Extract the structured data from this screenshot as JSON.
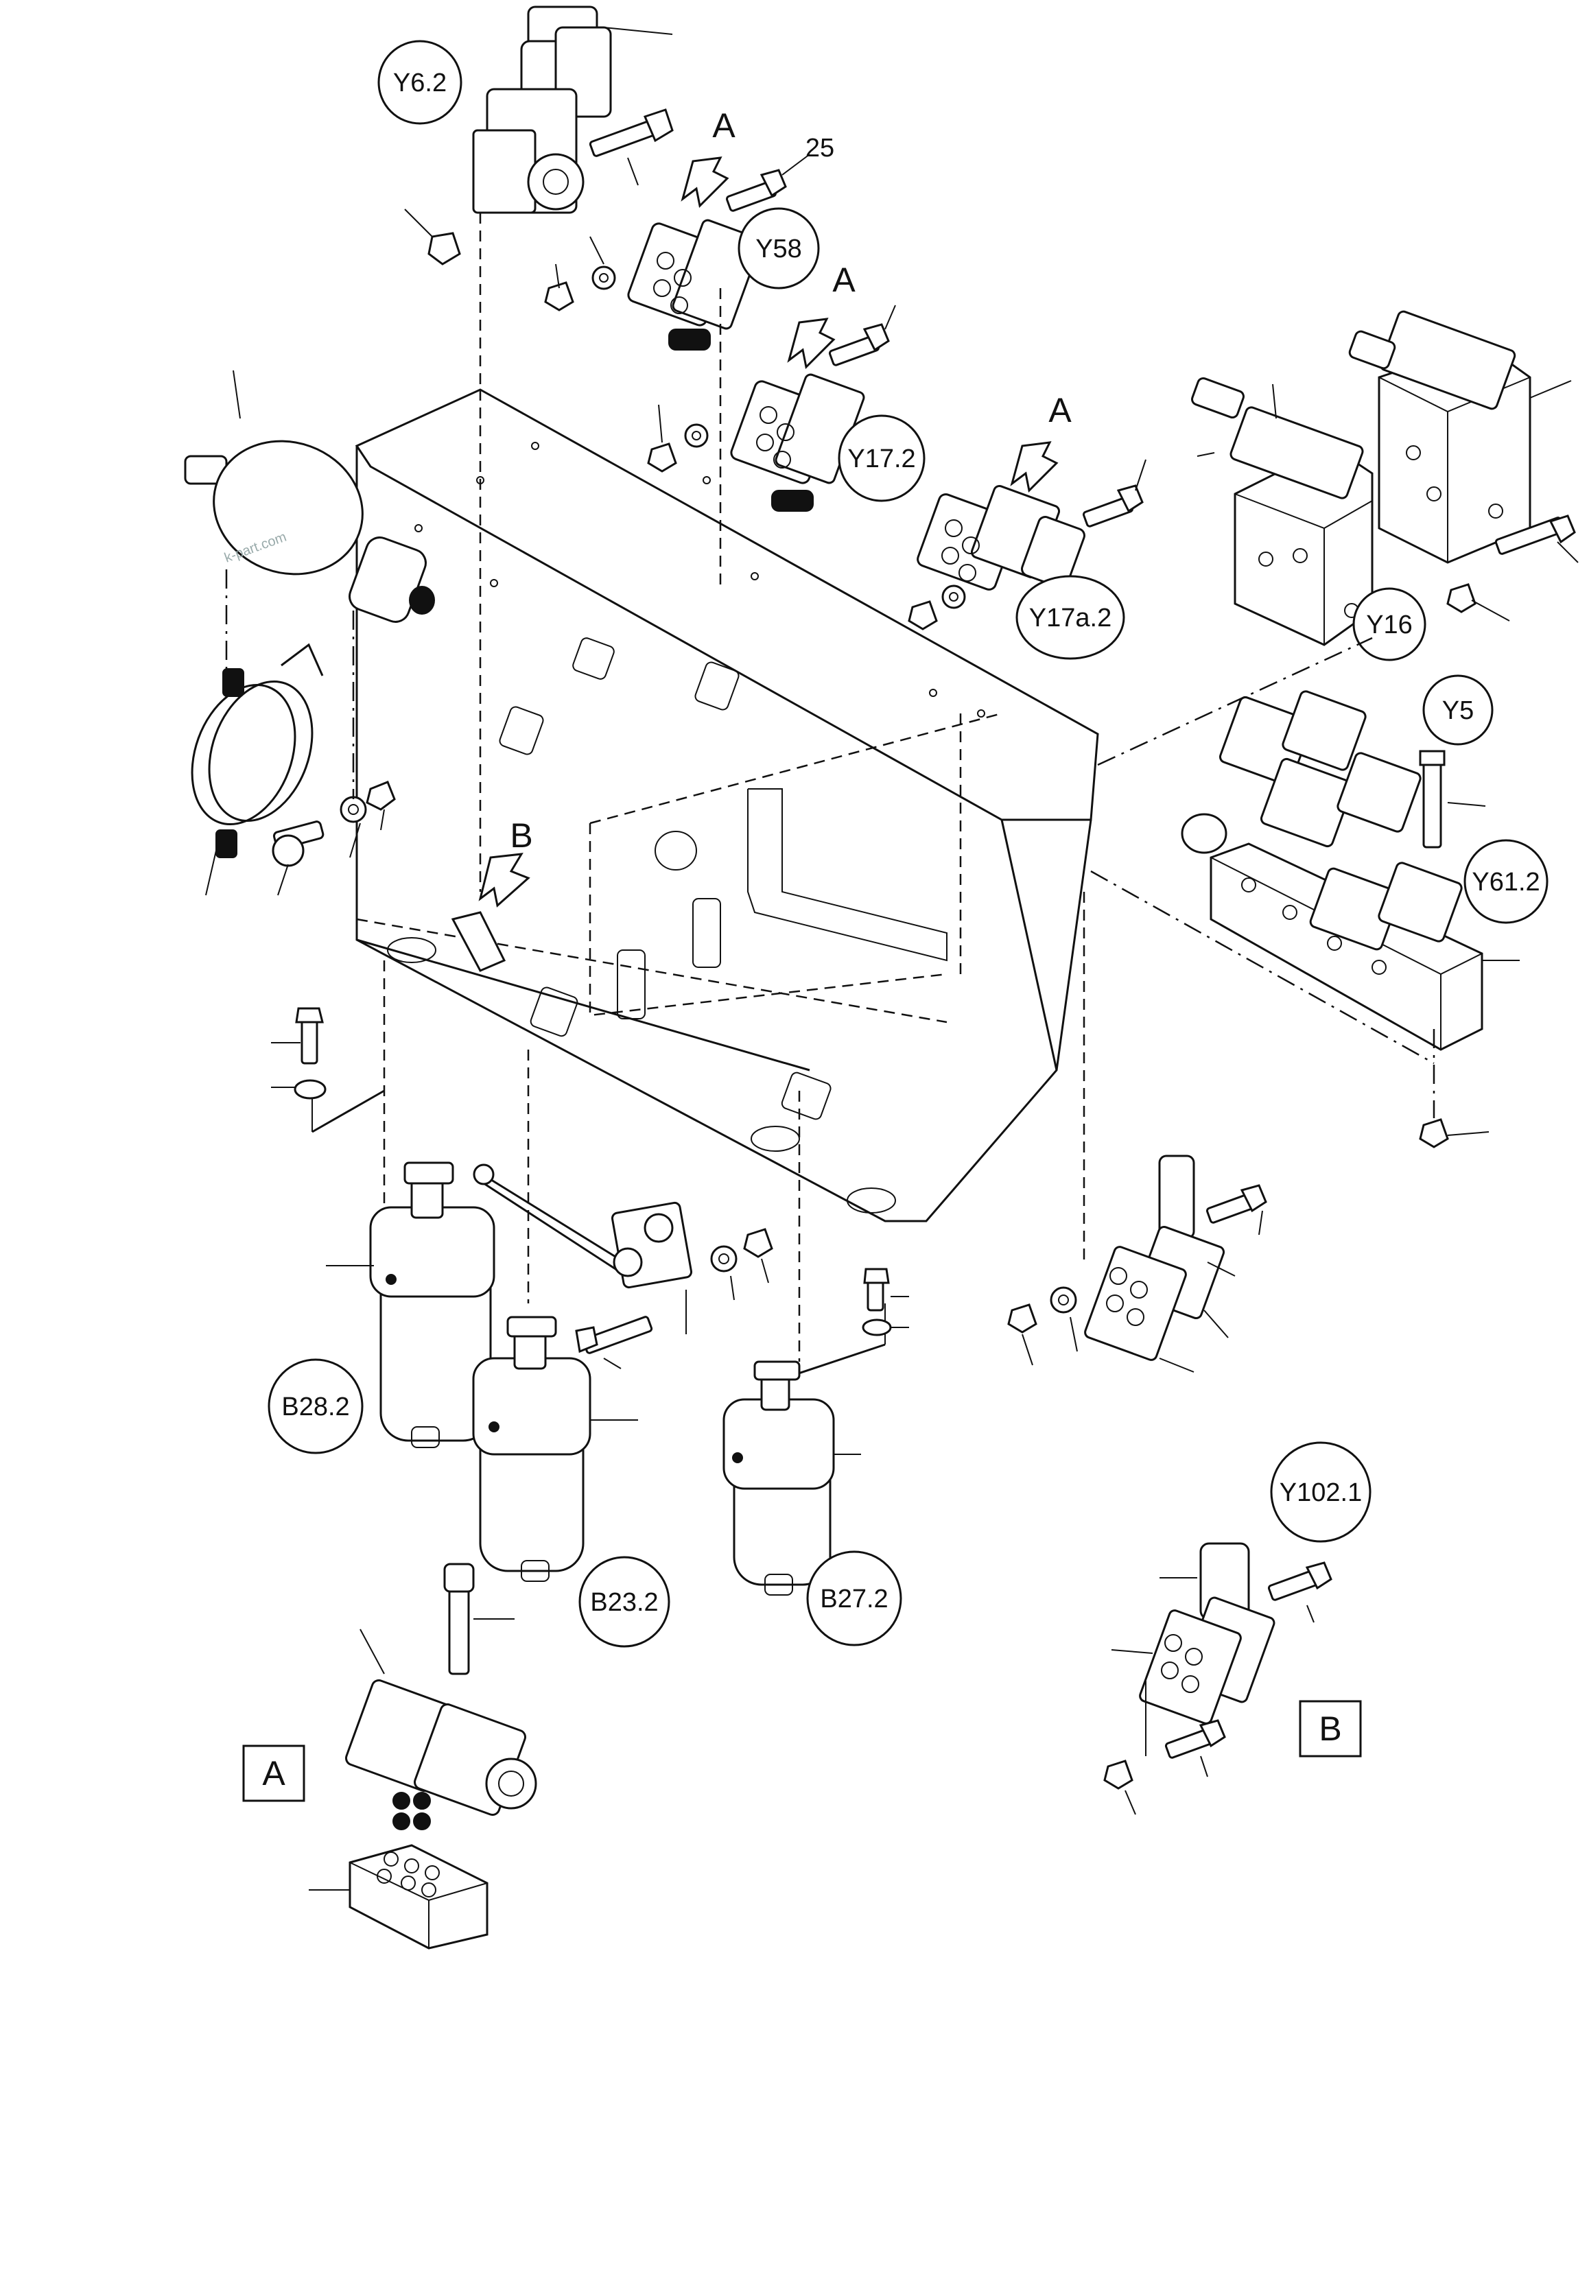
{
  "callouts": {
    "y6_2": "Y6.2",
    "y58": "Y58",
    "y17_2": "Y17.2",
    "y17a_2": "Y17a.2",
    "y16": "Y16",
    "y5": "Y5",
    "y61_2": "Y61.2",
    "b28_2": "B28.2",
    "b23_2": "B23.2",
    "b27_2": "B27.2",
    "y102_1": "Y102.1"
  },
  "view_markers": {
    "a1": "A",
    "a2": "A",
    "a3": "A",
    "b1": "B"
  },
  "detail_boxes": {
    "a": "A",
    "b": "B"
  },
  "item_numbers": {
    "n25": "25"
  },
  "watermark": "k-part.com",
  "colors": {
    "line": "#111111",
    "background": "#ffffff"
  }
}
